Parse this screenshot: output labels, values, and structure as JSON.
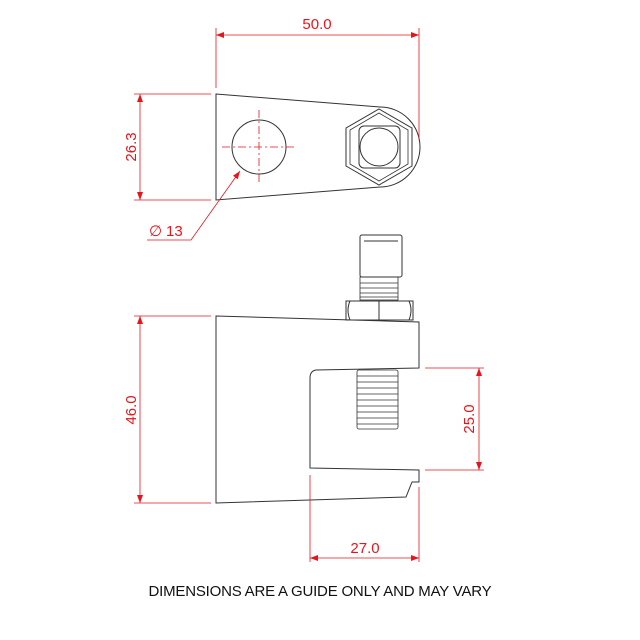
{
  "dimensions": {
    "width_top": "50.0",
    "height_top": "26.3",
    "hole_diameter": "13",
    "diameter_symbol": "∅",
    "height_side": "46.0",
    "jaw_opening": "25.0",
    "jaw_depth": "27.0"
  },
  "note": "DIMENSIONS ARE A GUIDE ONLY AND MAY VARY",
  "colors": {
    "dimension": "#e8141c",
    "outline": "#333333"
  }
}
